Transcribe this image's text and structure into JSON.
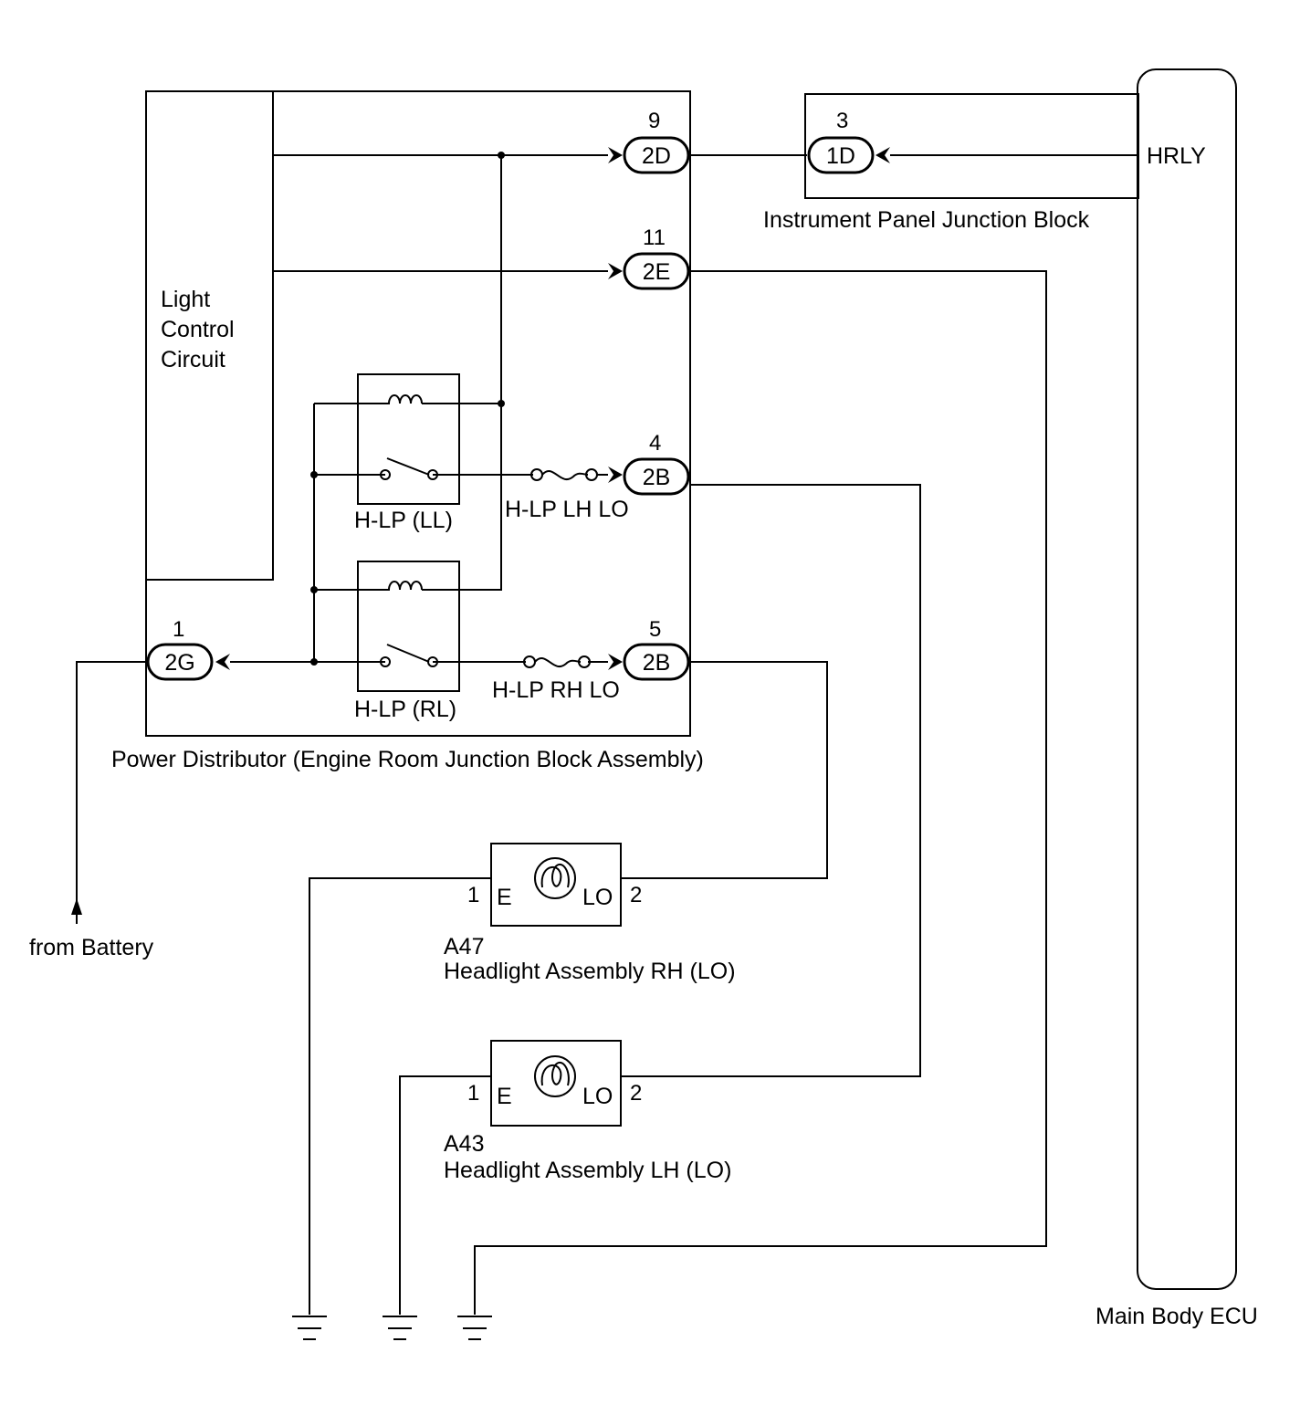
{
  "components": {
    "power_distributor": "Power Distributor (Engine Room Junction Block Assembly)",
    "light_control": [
      "Light",
      "Control",
      "Circuit"
    ],
    "ip_junction_block": "Instrument Panel Junction Block",
    "main_body_ecu": "Main Body ECU",
    "hrly": "HRLY",
    "from_battery": "from Battery"
  },
  "relays": {
    "ll": "H-LP (LL)",
    "rl": "H-LP (RL)"
  },
  "fuses": {
    "lh": "H-LP LH LO",
    "rh": "H-LP RH LO"
  },
  "connectors": {
    "c2d": {
      "name": "2D",
      "pin": "9"
    },
    "c1d": {
      "name": "1D",
      "pin": "3"
    },
    "c2e": {
      "name": "2E",
      "pin": "11"
    },
    "c2b_4": {
      "name": "2B",
      "pin": "4"
    },
    "c2b_5": {
      "name": "2B",
      "pin": "5"
    },
    "c2g": {
      "name": "2G",
      "pin": "1"
    }
  },
  "headlights": {
    "rh": {
      "code": "A47",
      "name": "Headlight Assembly RH (LO)",
      "term_e": "E",
      "term_lo": "LO",
      "pin1": "1",
      "pin2": "2"
    },
    "lh": {
      "code": "A43",
      "name": "Headlight Assembly LH (LO)",
      "term_e": "E",
      "term_lo": "LO",
      "pin1": "1",
      "pin2": "2"
    }
  }
}
